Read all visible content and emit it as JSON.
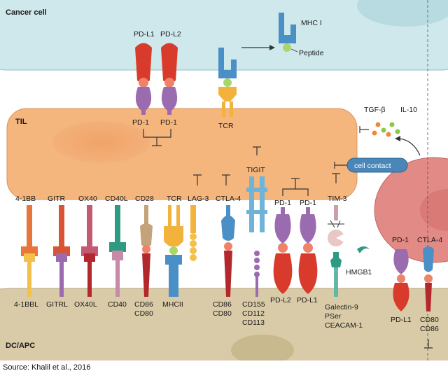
{
  "regions": {
    "cancer_cell": "Cancer cell",
    "til": "TIL",
    "apc": "DC/APC"
  },
  "top": {
    "pd_l1": "PD-L1",
    "pd_l2": "PD-L2",
    "pd1_a": "PD-1",
    "pd1_b": "PD-1",
    "tcr": "TCR",
    "mhc1": "MHC I",
    "peptide": "Peptide"
  },
  "cytokines": {
    "tgf": "TGF-β",
    "il10": "IL-10",
    "contact": "cell contact"
  },
  "receptors": {
    "r1": "4-1BB",
    "r2": "GITR",
    "r3": "OX40",
    "r4": "CD40L",
    "r5": "CD28",
    "r6": "TCR",
    "r7": "LAG-3",
    "r8": "CTLA-4",
    "r9": "TIGIT",
    "r10": "PD-1",
    "r11": "PD-1",
    "r12": "TIM-3",
    "r13": "PD-1",
    "r14": "CTLA-4"
  },
  "ligands": {
    "l1": "4-1BBL",
    "l2": "GITRL",
    "l3": "OX40L",
    "l4": "CD40",
    "l5a": "CD86",
    "l5b": "CD80",
    "l6": "MHCII",
    "l8a": "CD86",
    "l8b": "CD80",
    "l9a": "CD155",
    "l9b": "CD112",
    "l9c": "CD113",
    "l10": "PD-L2",
    "l11": "PD-L1",
    "l12a": "Galectin-9",
    "l12b": "PSer",
    "l12c": "CEACAM-1",
    "hmgb1": "HMGB1",
    "l13": "PD-L1",
    "l14a": "CD80",
    "l14b": "CD86"
  },
  "source": "Source: Khalil et al., 2016",
  "colors": {
    "cancer_fill": "#cfe8ec",
    "til_fill": "#f5b67e",
    "apc_fill": "#d9cba8",
    "treg_fill": "#e28a86"
  }
}
